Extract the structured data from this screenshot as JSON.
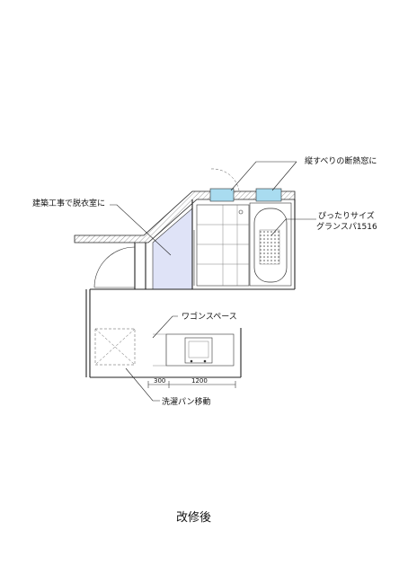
{
  "labels": {
    "window": "縦すべりの断熱窓に",
    "dressing": "建築工事で脱衣室に",
    "bath_line1": "ぴったりサイズ",
    "bath_line2": "グランスパ1516",
    "wagon": "ワゴンスペース",
    "washpan": "洗濯パン移動"
  },
  "dimensions": {
    "left": "300",
    "right": "1200"
  },
  "caption": "改修後",
  "colors": {
    "dressing_fill": "#dfe3f7",
    "window_fill": "#a9dcf0",
    "line": "#222222"
  }
}
